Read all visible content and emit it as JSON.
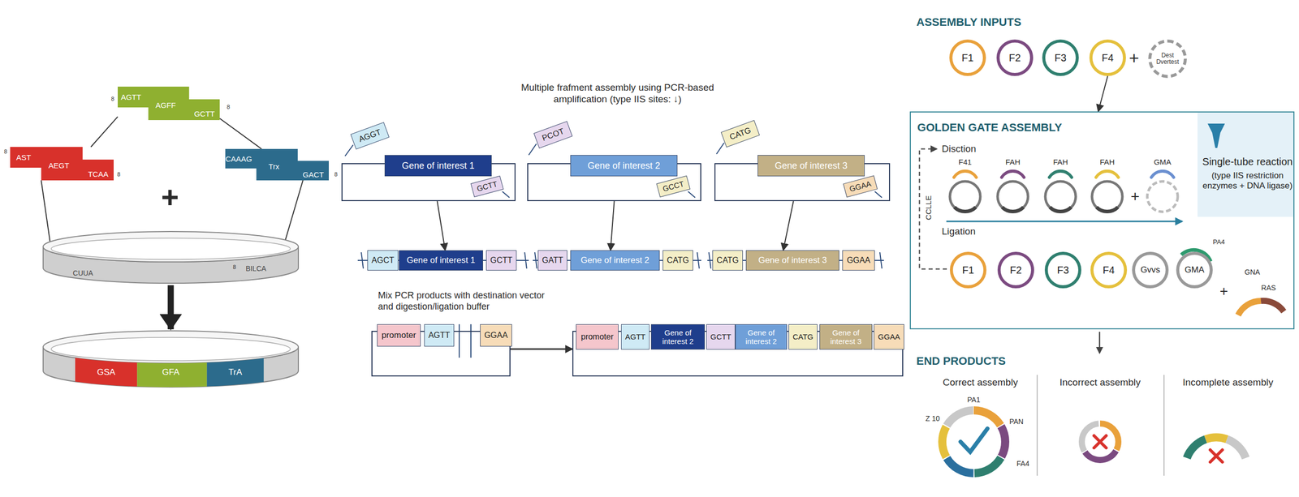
{
  "diagram": {
    "nodes": [
      {
        "text": [
          "AGTT",
          "AGFF",
          "GCTT"
        ]
      },
      {
        "text": [
          "AST",
          "AEGT",
          "TCAA"
        ]
      },
      {
        "text": [
          "CAAAG",
          "Trx",
          "GACT"
        ]
      },
      {
        "text": [
          "CUUA",
          "BILCA"
        ]
      },
      {
        "text": [
          "GSA",
          "GFA",
          "TrA"
        ]
      },
      {
        "text": []
      },
      {
        "text": [
          "Gene of interest 1"
        ],
        "in": 5
      },
      {
        "text": [
          "AGGT"
        ]
      },
      {
        "text": [
          "GCTT"
        ]
      },
      {
        "text": []
      },
      {
        "text": [
          "Gene of interest 2"
        ],
        "in": 9
      },
      {
        "text": [
          "PCOT"
        ]
      },
      {
        "text": [
          "GCCT"
        ]
      },
      {
        "text": []
      },
      {
        "text": [
          "Gene of interest 3"
        ],
        "in": 13
      },
      {
        "text": [
          "CATG"
        ]
      },
      {
        "text": [
          "GGAA"
        ]
      },
      {
        "text": [
          "AGCT"
        ]
      },
      {
        "text": [
          "Gene of interest 1"
        ]
      },
      {
        "text": [
          "GCTT"
        ]
      },
      {
        "text": [
          "GATT"
        ]
      },
      {
        "text": [
          "Gene of interest 2"
        ]
      },
      {
        "text": [
          "CATG"
        ]
      },
      {
        "text": [
          "CATG"
        ]
      },
      {
        "text": [
          "Gene of interest 3"
        ]
      },
      {
        "text": [
          "GGAA"
        ]
      },
      {
        "text": []
      },
      {
        "text": [
          "promoter"
        ],
        "in": 26
      },
      {
        "text": [
          "AGTT"
        ],
        "in": 26
      },
      {
        "text": [
          "GGAA"
        ],
        "in": 26
      },
      {
        "text": []
      },
      {
        "text": [
          "promoter"
        ],
        "in": 30
      },
      {
        "text": [
          "AGTT"
        ],
        "in": 30
      },
      {
        "text": [
          "Gene of interest 2"
        ],
        "in": 30
      },
      {
        "text": [
          "GCTT"
        ],
        "in": 30
      },
      {
        "text": [
          "Gene of interest 2"
        ],
        "in": 30
      },
      {
        "text": [
          "CATG"
        ],
        "in": 30
      },
      {
        "text": [
          "Gene of interest 3"
        ],
        "in": 30
      },
      {
        "text": [
          "GGAA"
        ],
        "in": 30
      },
      {
        "text": [
          "F1"
        ]
      },
      {
        "text": [
          "F2"
        ]
      },
      {
        "text": [
          "F3"
        ]
      },
      {
        "text": [
          "F4"
        ]
      },
      {
        "text": [
          "Dest Dvertest"
        ]
      },
      {
        "text": [
          "GOLDEN GATE ASSEMBLY"
        ]
      },
      {
        "text": [
          "Single-tube reaction",
          "(type IIS restriction enzymes + DNA ligase)"
        ],
        "in": 44
      },
      {
        "text": [
          "F1"
        ],
        "in": 44
      },
      {
        "text": [
          "F2"
        ],
        "in": 44
      },
      {
        "text": [
          "F3"
        ],
        "in": 44
      },
      {
        "text": [
          "F4"
        ],
        "in": 44
      },
      {
        "text": [
          "Gvvs"
        ],
        "in": 44
      },
      {
        "text": [
          "GMA"
        ],
        "in": 44
      }
    ],
    "edges": [
      {
        "from": 0,
        "to": 1,
        "arrow": "none"
      },
      {
        "from": 0,
        "to": 2,
        "arrow": "none"
      },
      {
        "from": 1,
        "to": 3,
        "arrow": "none"
      },
      {
        "from": 2,
        "to": 3,
        "arrow": "none"
      },
      {
        "from": 3,
        "to": 4,
        "arrow": "to"
      },
      {
        "from": 5,
        "to": 18,
        "arrow": "to"
      },
      {
        "from": 9,
        "to": 21,
        "arrow": "to"
      },
      {
        "from": 13,
        "to": 24,
        "arrow": "to"
      },
      {
        "from": 26,
        "to": 30,
        "arrow": "to"
      },
      {
        "from": 42,
        "to": 44,
        "arrow": "to"
      }
    ],
    "labels": [
      "Multiple frafment assembly using PCR-based amplification (type IIS sites: ↓)",
      "Mix PCR products with destination vector and digestion/ligation buffer",
      "+",
      "8",
      "8",
      "8",
      "8",
      "8",
      "8",
      "ASSEMBLY INPUTS",
      "+",
      "Disction",
      "F41",
      "FAH",
      "FAH",
      "FAH",
      "GMA",
      "+",
      "Ligation",
      "CCLLE",
      "PA4",
      "+",
      "GNA",
      "RAS",
      "END PRODUCTS",
      "Correct assembly",
      "Incorrect assembly",
      "Incomplete assembly",
      "PA1",
      "Z 10",
      "PAN",
      "FA4"
    ]
  }
}
